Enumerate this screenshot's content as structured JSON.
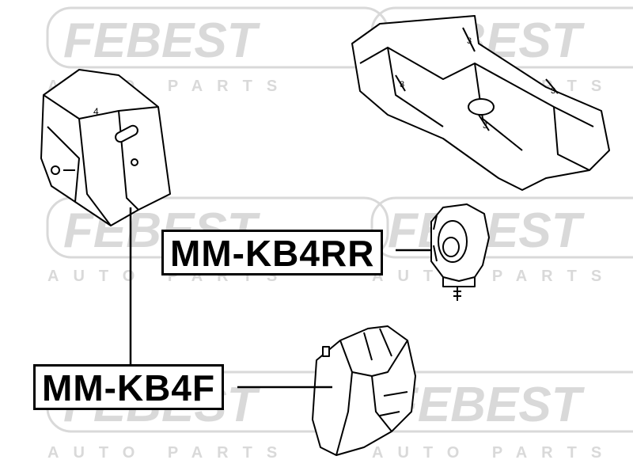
{
  "watermark": {
    "brand": "FEBEST",
    "sub": "AUTO PARTS",
    "color": "#d9d9d9"
  },
  "parts": [
    {
      "id": "mm-kb4rr",
      "label": "MM-KB4RR"
    },
    {
      "id": "mm-kb4f",
      "label": "MM-KB4F"
    }
  ],
  "part_numbers": {
    "top_left_block": "4",
    "crossmember_marks": [
      "3",
      "3",
      "3",
      "3"
    ]
  },
  "colors": {
    "line": "#000000",
    "background": "#ffffff"
  }
}
